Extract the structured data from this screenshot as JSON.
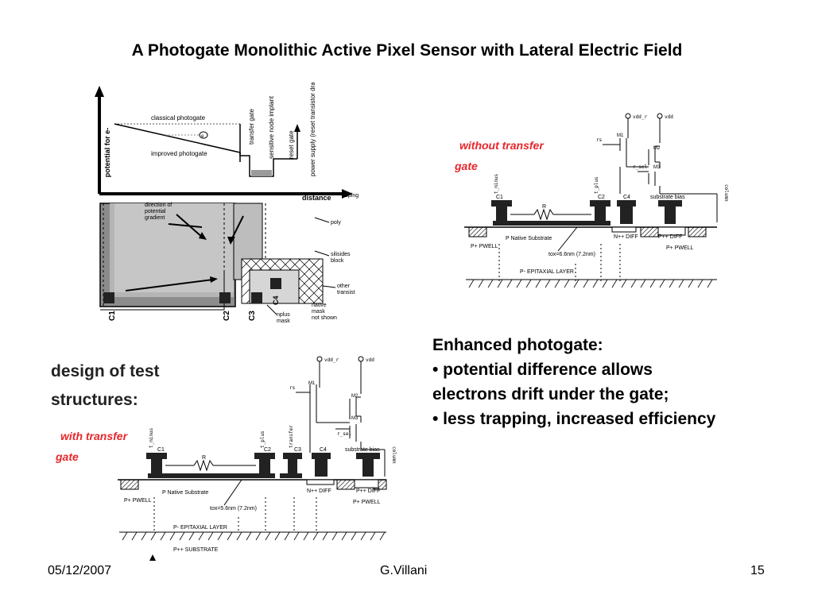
{
  "slide": {
    "title": "A Photogate Monolithic Active Pixel Sensor with Lateral Electric Field",
    "footer_left": "05/12/2007",
    "footer_center": "G.Villani",
    "footer_right": "15"
  },
  "bullets": {
    "heading": "Enhanced photogate:",
    "items": [
      "• potential difference allows",
      "electrons drift under the gate;",
      "• less trapping, increased efficiency"
    ]
  },
  "photogate_figure": {
    "y_axis": "potential for e-",
    "x_axis": "distance",
    "classical": "classical photogate",
    "improved": "improved photogate",
    "transfer_gate": "transfer gate",
    "sensitive_node": "sensitive node implant",
    "reset_gate": "reset gate",
    "power_supply": "power supply (reset transistor drain)",
    "direction": [
      "direction of",
      "potential",
      "gradient"
    ],
    "poly": "poly",
    "silisides": [
      "silisides",
      "block"
    ],
    "other": [
      "other",
      "transist"
    ],
    "native": [
      "native",
      "mask",
      "not shown"
    ],
    "nplus": [
      "nplus",
      "mask"
    ],
    "c_labels": [
      "C1",
      "C2",
      "C3",
      "C4"
    ],
    "doping": "oping"
  },
  "cross_section_top": {
    "label_lines": [
      "without transfer",
      "gate"
    ],
    "vdd_r": "vdd_r",
    "vdd": "vdd",
    "rs": "rs",
    "r_sel": "r_sel",
    "column": "column",
    "M1": "M1",
    "M2": "M2",
    "M3": "M3",
    "t_minus": "t_minus",
    "t_plus": "t_plus",
    "C1": "C1",
    "C2": "C2",
    "C4": "C4",
    "R": "R",
    "substrate_bias": "substrate bias",
    "p_native": "P Native Substrate",
    "nplus_diff": "N++ DIFF",
    "pplus_diff": "P++ DIFF",
    "pplus_pwell_l": "P+ PWELL",
    "pplus_pwell_r": "P+ PWELL",
    "tox": "tox=6.6nm (7.2nm)",
    "epi": "P- EPITAXIAL LAYER"
  },
  "cross_section_bottom": {
    "heading_lines": [
      "design of test",
      "structures:"
    ],
    "label_lines": [
      "with transfer",
      "gate"
    ],
    "vdd_r": "vdd_r",
    "vdd": "vdd",
    "rs": "rs",
    "r_sel": "r_sel",
    "column": "column",
    "M1": "M1",
    "M2": "M2",
    "M3": "M3",
    "t_minus": "t_minus",
    "t_plus": "t_plus",
    "transfer": "transfer",
    "C1": "C1",
    "C2": "C2",
    "C3": "C3",
    "C4": "C4",
    "R": "R",
    "substrate_bias": "substrate bias",
    "p_native": "P Native Substrate",
    "nplus_diff": "N++ DIFF",
    "pplus_diff": "P++ DIFF",
    "pplus_pwell_l": "P+ PWELL",
    "pplus_pwell_r": "P+ PWELL",
    "tox": "tox=5.6nm (7.2nm)",
    "epi": "P- EPITAXIAL LAYER",
    "substrate": "P++ SUBSTRATE"
  },
  "colors": {
    "accent_red": "#e8262b",
    "ink": "#000000",
    "gray_dark": "#7a7a7a",
    "gray_light": "#bdbdbd"
  }
}
